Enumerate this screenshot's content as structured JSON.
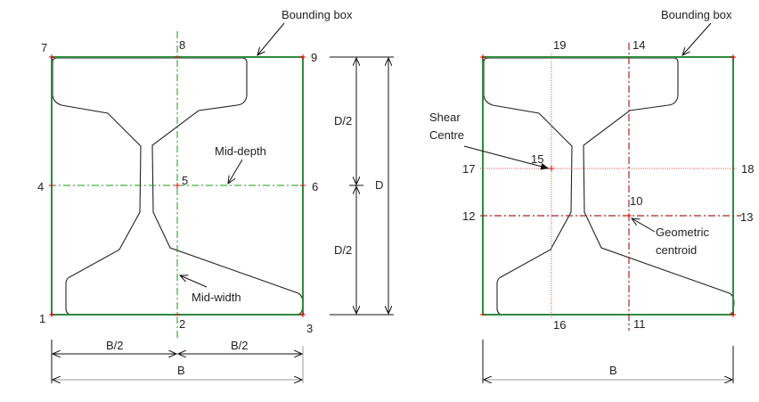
{
  "left": {
    "bounding_box_label": "Bounding box",
    "mid_depth_label": "Mid-depth",
    "mid_width_label": "Mid-width",
    "points": [
      "1",
      "2",
      "3",
      "4",
      "5",
      "6",
      "7",
      "8",
      "9"
    ],
    "dims": {
      "half_depth": "D/2",
      "depth": "D",
      "half_width": "B/2",
      "width": "B"
    }
  },
  "right": {
    "bounding_box_label": "Bounding box",
    "shear_centre_label_1": "Shear",
    "shear_centre_label_2": "Centre",
    "centroid_label_1": "Geometric",
    "centroid_label_2": "centroid",
    "points": [
      "10",
      "11",
      "12",
      "13",
      "14",
      "15",
      "16",
      "17",
      "18",
      "19"
    ],
    "dims": {
      "width": "B"
    }
  }
}
